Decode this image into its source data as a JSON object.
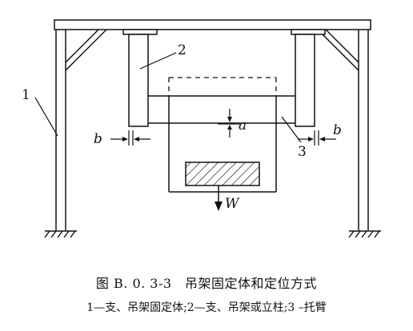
{
  "labels": {
    "frame": "1",
    "hanger": "2",
    "bracket": "3",
    "gap_a": "a",
    "gap_b_left": "b",
    "gap_b_right": "b",
    "load": "W"
  },
  "caption": {
    "title": "图 B. 0. 3-3　吊架固定体和定位方式",
    "legend": "1—支、吊架固定体;2—支、吊架或立柱;3 –托臂"
  },
  "colors": {
    "line": "#111111",
    "background": "#ffffff"
  }
}
